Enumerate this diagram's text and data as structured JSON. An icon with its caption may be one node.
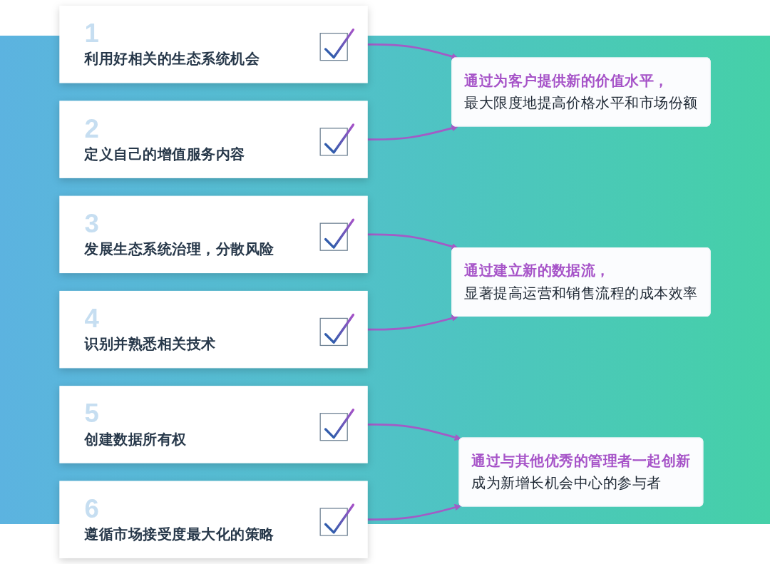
{
  "diagram": {
    "nodes": [
      {
        "text": [
          "1",
          "利用好相关的生态系统机会"
        ]
      },
      {
        "text": [
          "2",
          "定义自己的增值服务内容"
        ]
      },
      {
        "text": [
          "3",
          "发展生态系统治理，分散风险"
        ]
      },
      {
        "text": [
          "4",
          "识别并熟悉相关技术"
        ]
      },
      {
        "text": [
          "5",
          "创建数据所有权"
        ]
      },
      {
        "text": [
          "6",
          "遵循市场接受度最大化的策略"
        ]
      },
      {
        "text": [
          "通过为客户提供新的价值水平，",
          "最大限度地提高价格水平和市场份额"
        ]
      },
      {
        "text": [
          "通过建立新的数据流，",
          "显著提高运营和销售流程的成本效率"
        ]
      },
      {
        "text": [
          "通过与其他优秀的管理者一起创新",
          "成为新增长机会中心的参与者"
        ]
      }
    ],
    "edges": [
      {
        "from": 0,
        "to": 6,
        "arrow": "to"
      },
      {
        "from": 1,
        "to": 6,
        "arrow": "to"
      },
      {
        "from": 2,
        "to": 7,
        "arrow": "to"
      },
      {
        "from": 3,
        "to": 7,
        "arrow": "to"
      },
      {
        "from": 4,
        "to": 8,
        "arrow": "to"
      },
      {
        "from": 5,
        "to": 8,
        "arrow": "to"
      }
    ]
  }
}
